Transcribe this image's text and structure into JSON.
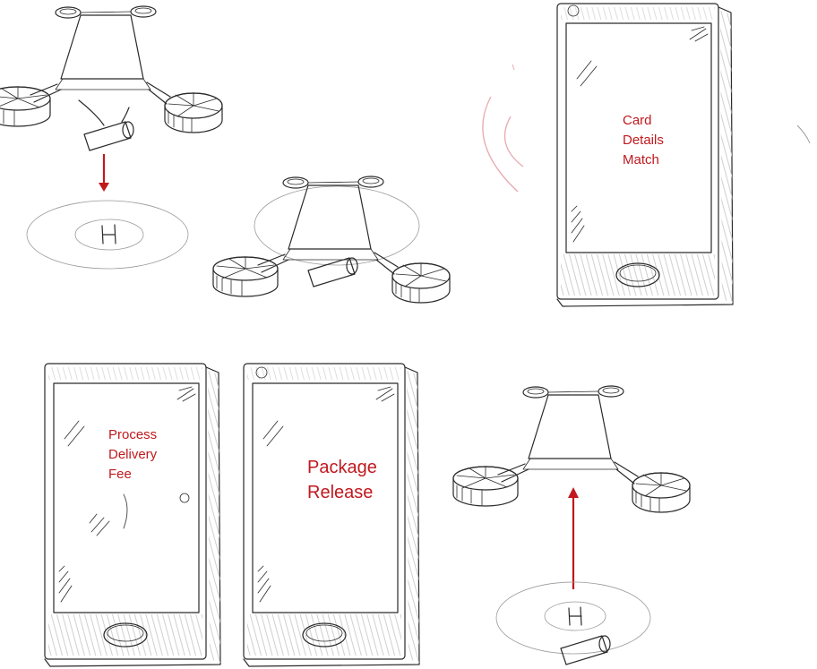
{
  "phone_labels": {
    "card_details": [
      "Card",
      "Details",
      "Match"
    ],
    "process_fee": [
      "Process",
      "Delivery",
      "Fee"
    ],
    "package_release": [
      "Package",
      "Release"
    ]
  },
  "helipad_letter": "H",
  "colors": {
    "accent": "#c0191e",
    "ink": "#2a2a2a",
    "signal": "#e7aab0",
    "bezel_hatch": "#c8c8c8"
  }
}
